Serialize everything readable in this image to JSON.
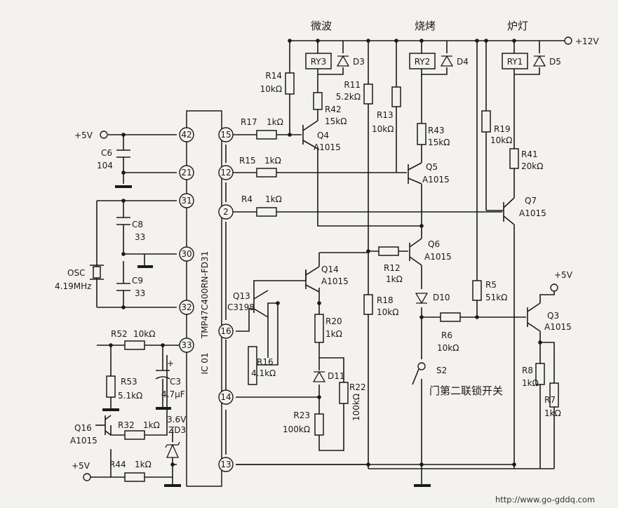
{
  "ic": {
    "name": "IC 01",
    "part": "TMP47C400RN-FD31",
    "pins": [
      "42",
      "21",
      "31",
      "30",
      "32",
      "33",
      "15",
      "12",
      "2",
      "16",
      "14",
      "13"
    ]
  },
  "headings": {
    "microwave": "微波",
    "bake": "烧烤",
    "lamp": "炉灯"
  },
  "rails": {
    "v12": "+12V",
    "v5_a": "+5V",
    "v5_b": "+5V",
    "v5_c": "+5V"
  },
  "relays": {
    "ry3": "RY3",
    "ry2": "RY2",
    "ry1": "RY1"
  },
  "diodes": {
    "d3": "D3",
    "d4": "D4",
    "d5": "D5",
    "d10": "D10",
    "d11": "D11"
  },
  "resistors": {
    "r14": "R14",
    "r14v": "10kΩ",
    "r11": "R11",
    "r11v": "5.2kΩ",
    "r42": "R42",
    "r42v": "15kΩ",
    "r13": "R13",
    "r13v": "10kΩ",
    "r43": "R43",
    "r43v": "15kΩ",
    "r19": "R19",
    "r19v": "10kΩ",
    "r41": "R41",
    "r41v": "20kΩ",
    "r17": "R17",
    "r17v": "1kΩ",
    "r15": "R15",
    "r15v": "1kΩ",
    "r4": "R4",
    "r4v": "1kΩ",
    "r12": "R12",
    "r12v": "1kΩ",
    "r18": "R18",
    "r18v": "10kΩ",
    "r5": "R5",
    "r5v": "51kΩ",
    "r6": "R6",
    "r6v": "10kΩ",
    "r20": "R20",
    "r20v": "1kΩ",
    "r16": "R16",
    "r16v": "4.1kΩ",
    "r22": "R22",
    "r22v": "100kΩ",
    "r23": "R23",
    "r23v": "100kΩ",
    "r52": "R52",
    "r52v": "10kΩ",
    "r53": "R53",
    "r53v": "5.1kΩ",
    "r32": "R32",
    "r32v": "1kΩ",
    "r44": "R44",
    "r44v": "1kΩ",
    "r8": "R8",
    "r8v": "1kΩ",
    "r7": "R7",
    "r7v": "1kΩ"
  },
  "capacitors": {
    "c6": "C6",
    "c6v": "104",
    "c8": "C8",
    "c8v": "33",
    "c9": "C9",
    "c9v": "33",
    "c3": "C3",
    "c3v": "4.7μF"
  },
  "transistors": {
    "q4": "Q4",
    "q4t": "A1015",
    "q5": "Q5",
    "q5t": "A1015",
    "q7": "Q7",
    "q7t": "A1015",
    "q6": "Q6",
    "q6t": "A1015",
    "q14": "Q14",
    "q14t": "A1015",
    "q13": "Q13",
    "q13t": "C3198",
    "q3": "Q3",
    "q3t": "A1015",
    "q16": "Q16",
    "q16t": "A1015"
  },
  "osc": {
    "name": "OSC",
    "freq": "4.19MHz"
  },
  "zener": {
    "name": "ZD3",
    "volt": "3.6V"
  },
  "switch": {
    "name": "S2",
    "desc": "门第二联锁开关"
  },
  "watermark": "http://www.go-gddq.com"
}
